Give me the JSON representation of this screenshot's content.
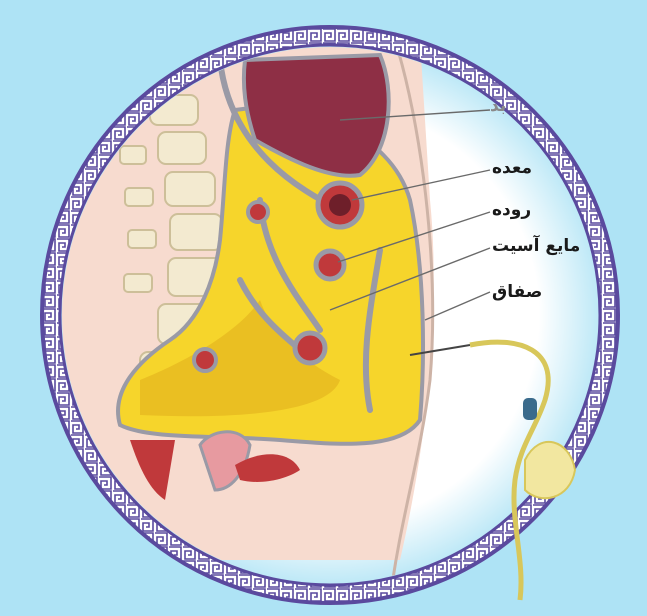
{
  "labels": {
    "liver": "بد",
    "stomach": "معده",
    "intestine": "روده",
    "ascites": "مایع آسیت",
    "peritoneum": "صفاق"
  },
  "colors": {
    "background": "#aee3f5",
    "frame": "#5a4a9e",
    "liver": "#8e2f45",
    "ascites_fluid": "#f6d52b",
    "organ_outline": "#9a9aa6",
    "bowel_section": "#c0393b",
    "vertebra": "#f3ead0",
    "skin": "#f4cfc0",
    "catheter": "#d8c75a"
  },
  "icons": [
    "ornamental-circular-frame",
    "paracentesis-catheter-icon"
  ]
}
